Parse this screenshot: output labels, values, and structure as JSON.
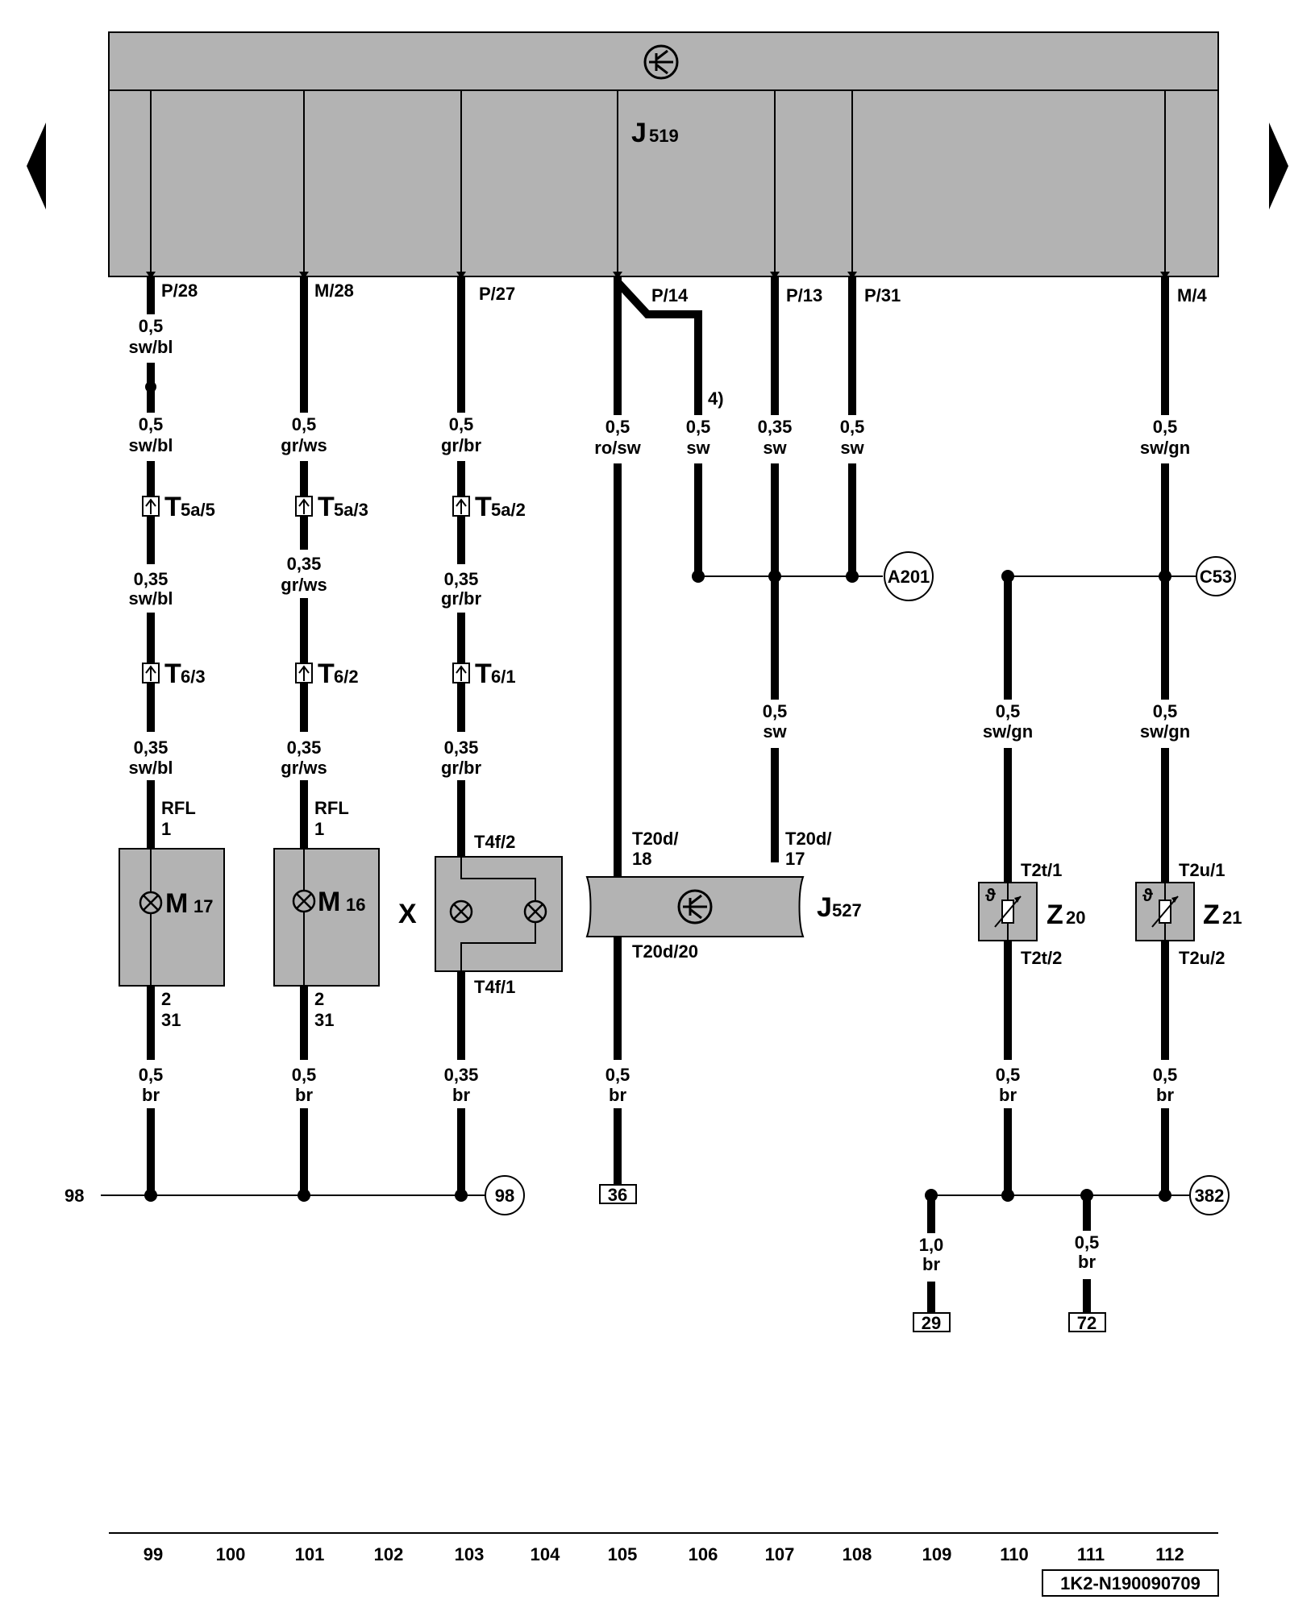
{
  "nav": {
    "prev_label": "previous page",
    "next_label": "next page"
  },
  "control_units": {
    "top": {
      "letter": "J",
      "number": "519"
    },
    "mid": {
      "letter": "J",
      "number": "527"
    }
  },
  "pins_top": [
    "P/28",
    "M/28",
    "P/27",
    "P/14",
    "P/13",
    "P/31",
    "M/4"
  ],
  "footnote": "4)",
  "wires": {
    "c1": [
      [
        "0,5",
        "sw/bl"
      ],
      [
        "0,5",
        "sw/bl"
      ],
      [
        "0,35",
        "sw/bl"
      ],
      [
        "0,35",
        "sw/bl"
      ],
      [
        "0,5",
        "br"
      ]
    ],
    "c2": [
      [
        "0,5",
        "gr/ws"
      ],
      [
        "0,35",
        "gr/ws"
      ],
      [
        "0,35",
        "gr/ws"
      ],
      [
        "0,5",
        "br"
      ]
    ],
    "c3": [
      [
        "0,5",
        "gr/br"
      ],
      [
        "0,35",
        "gr/br"
      ],
      [
        "0,35",
        "gr/br"
      ],
      [
        "0,35",
        "br"
      ]
    ],
    "c4": [
      [
        "0,5",
        "ro/sw"
      ],
      [
        "0,5",
        "br"
      ]
    ],
    "c5": [
      [
        "0,5",
        "sw"
      ]
    ],
    "c6": [
      [
        "0,35",
        "sw"
      ],
      [
        "0,5",
        "sw"
      ]
    ],
    "c7": [
      [
        "0,5",
        "sw"
      ]
    ],
    "c9": [
      [
        "0,5",
        "sw/gn"
      ],
      [
        "0,5",
        "br"
      ]
    ],
    "c10": [
      [
        "0,5",
        "sw/gn"
      ],
      [
        "0,5",
        "sw/gn"
      ],
      [
        "0,5",
        "br"
      ]
    ],
    "g1": [
      [
        "1,0",
        "br"
      ]
    ],
    "g2": [
      [
        "0,5",
        "br"
      ]
    ]
  },
  "connectors": {
    "t5a5": {
      "letter": "T",
      "sub": "5a/5"
    },
    "t5a3": {
      "letter": "T",
      "sub": "5a/3"
    },
    "t5a2": {
      "letter": "T",
      "sub": "5a/2"
    },
    "t63": {
      "letter": "T",
      "sub": "6/3"
    },
    "t62": {
      "letter": "T",
      "sub": "6/2"
    },
    "t61": {
      "letter": "T",
      "sub": "6/1"
    }
  },
  "components": {
    "m17": {
      "letter": "M",
      "sub": "17",
      "top_pin": "RFL",
      "top_pin_num": "1",
      "bot_pin": "2",
      "bot_pin_num": "31"
    },
    "m16": {
      "letter": "M",
      "sub": "16",
      "top_pin": "RFL",
      "top_pin_num": "1",
      "bot_pin": "2",
      "bot_pin_num": "31"
    },
    "x": {
      "letter": "X",
      "top_pin": "T4f/2",
      "bot_pin": "T4f/1"
    },
    "j527_pins": {
      "in1": "T20d/",
      "in1b": "18",
      "in2": "T20d/",
      "in2b": "17",
      "out": "T20d/20"
    },
    "z20": {
      "letter": "Z",
      "sub": "20",
      "top_pin": "T2t/1",
      "bot_pin": "T2t/2"
    },
    "z21": {
      "letter": "Z",
      "sub": "21",
      "top_pin": "T2u/1",
      "bot_pin": "T2u/2"
    }
  },
  "refs": {
    "a201": "A201",
    "c53": "C53",
    "left_98": "98",
    "circle_98": "98",
    "box_36": "36",
    "circle_382": "382",
    "box_29": "29",
    "box_72": "72"
  },
  "scale": [
    "99",
    "100",
    "101",
    "102",
    "103",
    "104",
    "105",
    "106",
    "107",
    "108",
    "109",
    "110",
    "111",
    "112"
  ],
  "diagram_id": "1K2-N190090709"
}
